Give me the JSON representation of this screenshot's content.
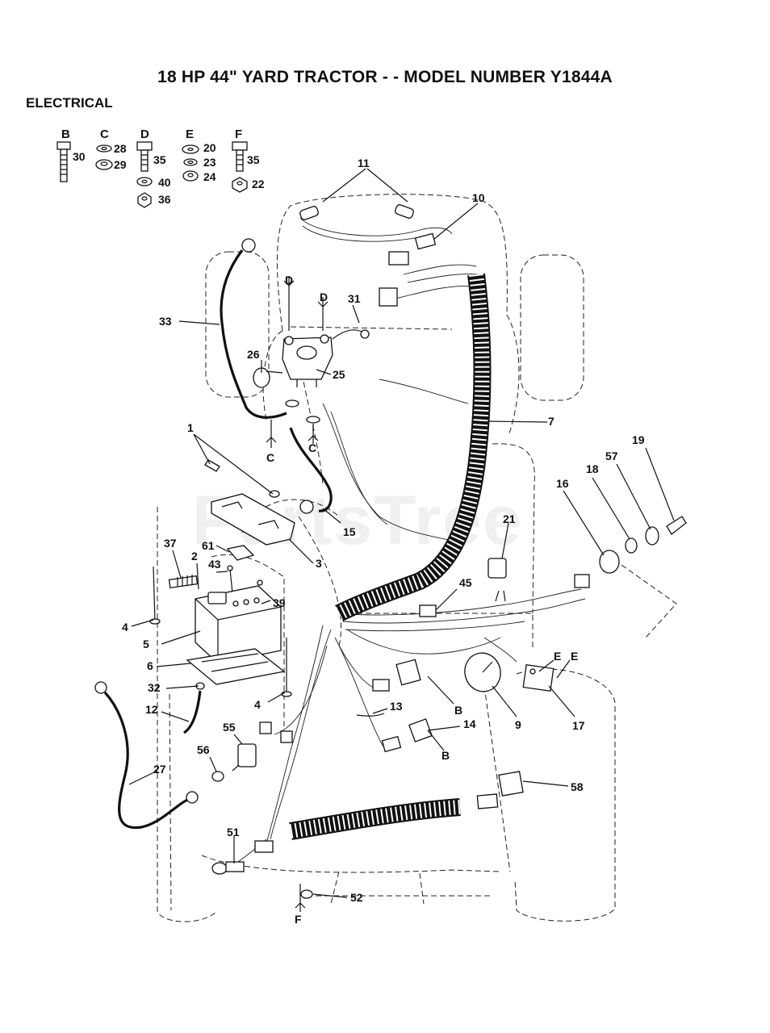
{
  "header": {
    "title": "18 HP 44\" YARD TRACTOR - - MODEL NUMBER Y1844A",
    "section": "ELECTRICAL"
  },
  "watermark": "PartsTree",
  "hardware_key": [
    {
      "letter": "B",
      "parts": [
        "30"
      ]
    },
    {
      "letter": "C",
      "parts": [
        "28",
        "29"
      ]
    },
    {
      "letter": "D",
      "parts": [
        "35",
        "40",
        "36"
      ]
    },
    {
      "letter": "E",
      "parts": [
        "20",
        "23",
        "24"
      ]
    },
    {
      "letter": "F",
      "parts": [
        "35",
        "22"
      ]
    }
  ],
  "callouts": {
    "c1": "1",
    "c2": "2",
    "c3": "3",
    "c4a": "4",
    "c4b": "4",
    "c5": "5",
    "c6": "6",
    "c7": "7",
    "c9": "9",
    "c10": "10",
    "c11": "11",
    "c12": "12",
    "c13": "13",
    "c14": "14",
    "c15": "15",
    "c16": "16",
    "c17": "17",
    "c18": "18",
    "c19": "19",
    "c21": "21",
    "c25": "25",
    "c26": "26",
    "c27": "27",
    "c31": "31",
    "c32": "32",
    "c33": "33",
    "c37": "37",
    "c39": "39",
    "c43": "43",
    "c45": "45",
    "c51": "51",
    "c52": "52",
    "c55": "55",
    "c56": "56",
    "c57": "57",
    "c58": "58",
    "c61": "61"
  },
  "hardware_refs": {
    "d1": "D",
    "d2": "D",
    "cc1": "C",
    "cc2": "C",
    "b1": "B",
    "b2": "B",
    "e1": "E",
    "e2": "E",
    "f1": "F"
  }
}
